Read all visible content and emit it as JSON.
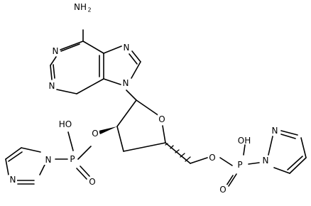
{
  "molecule": {
    "atoms": {
      "nh2": "NH",
      "nh2_sub": "2",
      "purine_n1": "N",
      "purine_n3": "N",
      "purine_n7": "N",
      "purine_n9": "N",
      "ring_o": "O",
      "o3": "O",
      "o5": "O",
      "p3": "P",
      "p5": "P",
      "p3_oh": "HO",
      "p5_oh": "OH",
      "p3_oxo": "O",
      "p5_oxo": "O",
      "imidazole_left_n1": "N",
      "imidazole_left_n3": "N",
      "imidazole_right_n1": "N",
      "imidazole_right_n3": "N"
    }
  }
}
